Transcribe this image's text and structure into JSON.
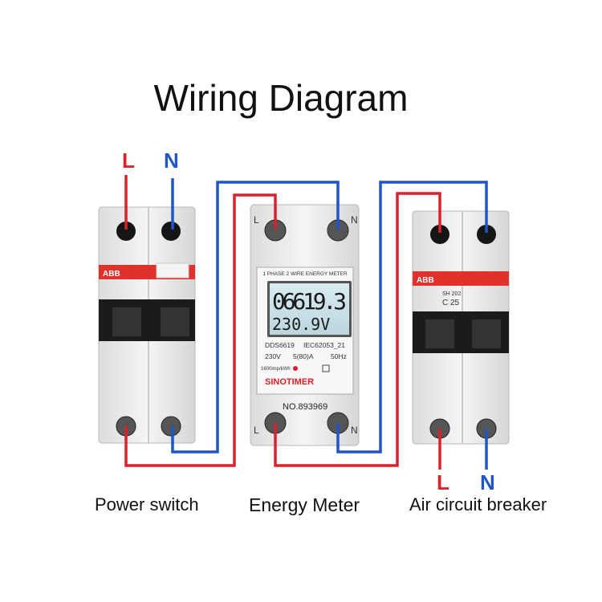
{
  "title": "Wiring Diagram",
  "colors": {
    "live": "#d8232a",
    "neutral": "#1f55c8",
    "brand": "#e0322b"
  },
  "power_switch": {
    "brand": "ABB",
    "label_live": "L",
    "label_neutral": "N",
    "caption": "Power switch"
  },
  "meter": {
    "top_label": "1 PHASE 2 WIRE ENERGY METER",
    "reading_kwh": "06619.3",
    "reading_voltage": "230.9V",
    "model": "DDS6619",
    "standard": "IEC62053_21",
    "voltage": "230V",
    "current": "5(80)A",
    "frequency": "50Hz",
    "impulse": "1600imp/kWh",
    "brand": "SINOTIMER",
    "serial": "NO.893969",
    "terminal_top_left": "L",
    "terminal_top_right": "N",
    "terminal_bottom_left": "L",
    "terminal_bottom_right": "N",
    "caption": "Energy Meter"
  },
  "breaker": {
    "brand": "ABB",
    "model": "SH 202",
    "rating": "C 25",
    "label_live": "L",
    "label_neutral": "N",
    "caption": "Air circuit breaker"
  }
}
